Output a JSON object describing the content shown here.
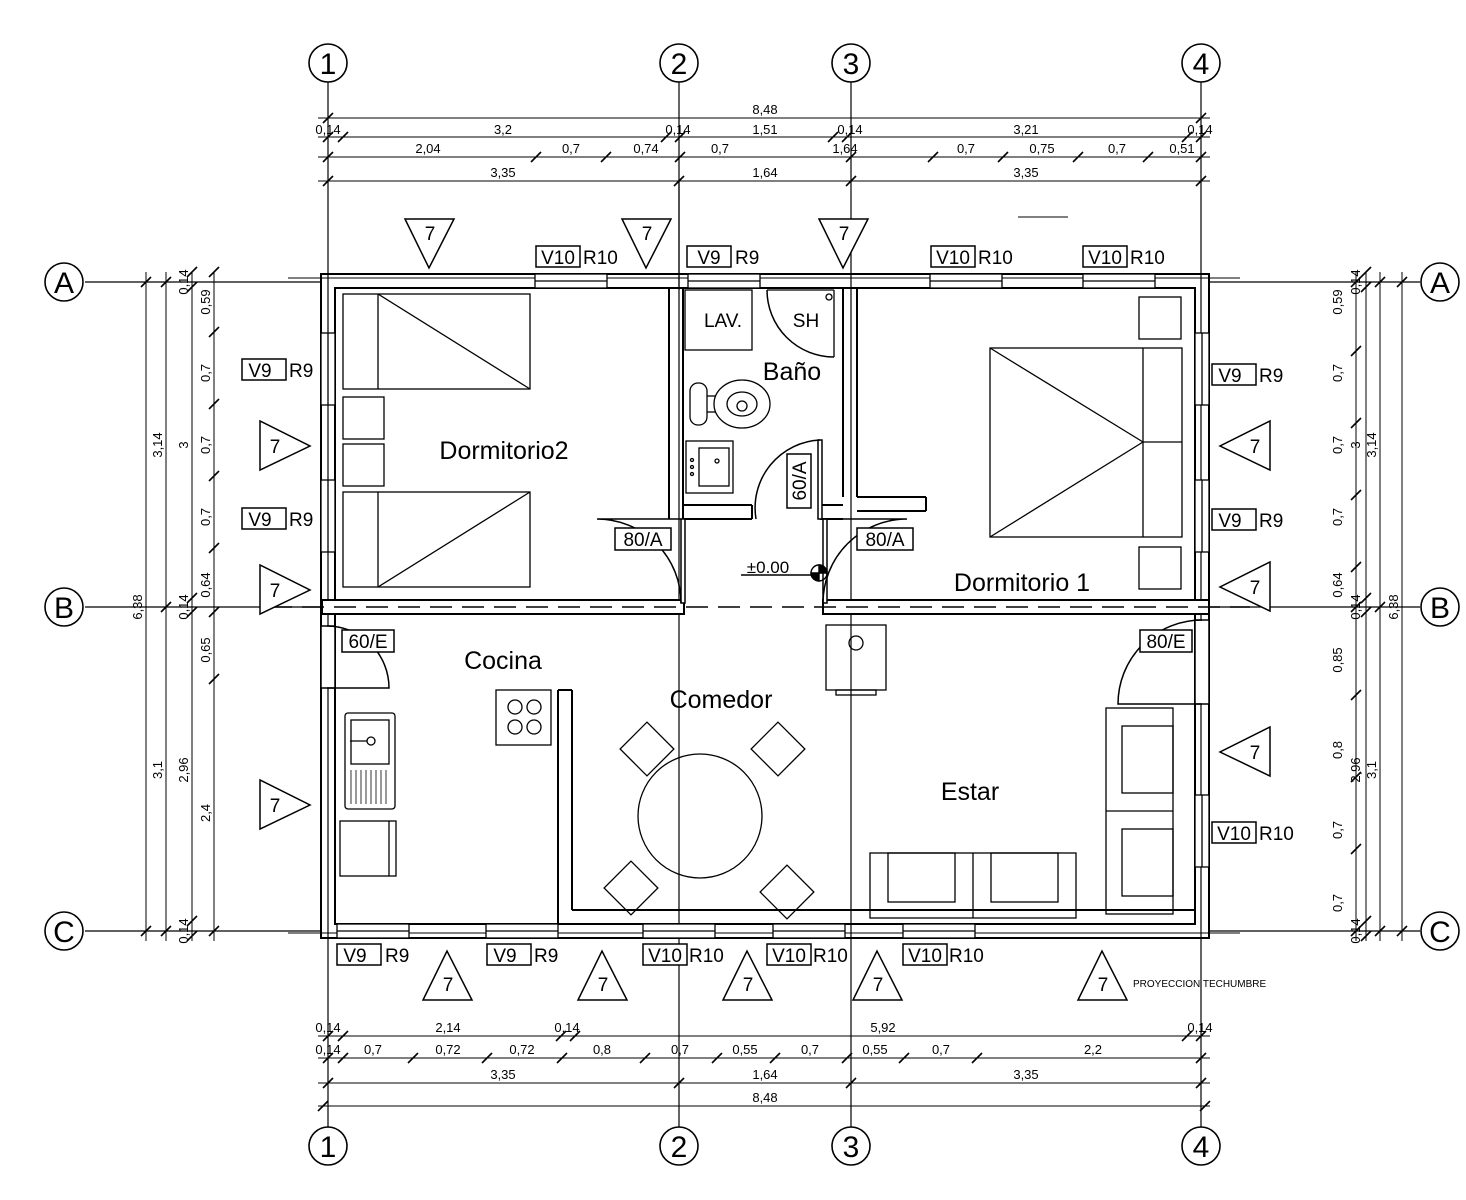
{
  "axes": {
    "columns": [
      "1",
      "2",
      "3",
      "4"
    ],
    "rows": [
      "A",
      "B",
      "C"
    ]
  },
  "top_dims": {
    "overall": "8,48",
    "row1": [
      "0,14",
      "3,2",
      "0,14",
      "1,51",
      "0,14",
      "3,21",
      "0,14"
    ],
    "row2": [
      "2,04",
      "0,7",
      "0,74",
      "0,7",
      "1,64",
      "0,7",
      "0,75",
      "0,7",
      "0,51"
    ],
    "row3": [
      "3,35",
      "1,64",
      "3,35"
    ]
  },
  "bottom_dims": {
    "row1": [
      "0,14",
      "2,14",
      "0,14",
      "5,92",
      "0,14"
    ],
    "row2": [
      "0,14",
      "0,7",
      "0,72",
      "0,72",
      "0,8",
      "0,7",
      "0,55",
      "0,7",
      "0,55",
      "0,7",
      "2,2"
    ],
    "row3": [
      "3,35",
      "1,64",
      "3,35"
    ],
    "overall": "8,48"
  },
  "left_dims": {
    "overall": "6,38",
    "col2": [
      "3,14",
      "3,1"
    ],
    "col3": [
      "0,14",
      "3",
      "0,14",
      "2,96",
      "0,14"
    ],
    "col4": [
      "0,59",
      "0,7",
      "0,7",
      "0,7",
      "0,64",
      "0,65",
      "2,4"
    ]
  },
  "right_dims": {
    "overall": "6,38",
    "col2": [
      "3,14",
      "3,1"
    ],
    "col3": [
      "0,14",
      "3",
      "0,14",
      "2,96",
      "0,14"
    ],
    "col4": [
      "0,59",
      "0,7",
      "0,7",
      "0,7",
      "0,64",
      "0,85",
      "0,8",
      "0,7",
      "0,7"
    ]
  },
  "rooms": {
    "dormitorio2": "Dormitorio2",
    "bano": "Baño",
    "dormitorio1": "Dormitorio 1",
    "cocina": "Cocina",
    "comedor": "Comedor",
    "estar": "Estar",
    "lav": "LAV.",
    "sh": "SH"
  },
  "doors": {
    "d80a_left": "80/A",
    "d80a_right": "80/A",
    "d60a": "60/A",
    "d60e": "60/E",
    "d80e": "80/E"
  },
  "windows": {
    "v10": "V10",
    "r10": "R10",
    "v9": "V9",
    "r9": "R9"
  },
  "level": "±0.00",
  "elevation_mark": "7",
  "roof_note": "PROYECCION TECHUMBRE"
}
